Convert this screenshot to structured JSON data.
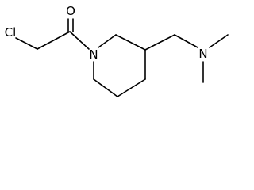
{
  "atoms": {
    "chlorine": "Cl",
    "oxygen": "O",
    "ring_nitrogen": "N",
    "amine_nitrogen": "N"
  }
}
